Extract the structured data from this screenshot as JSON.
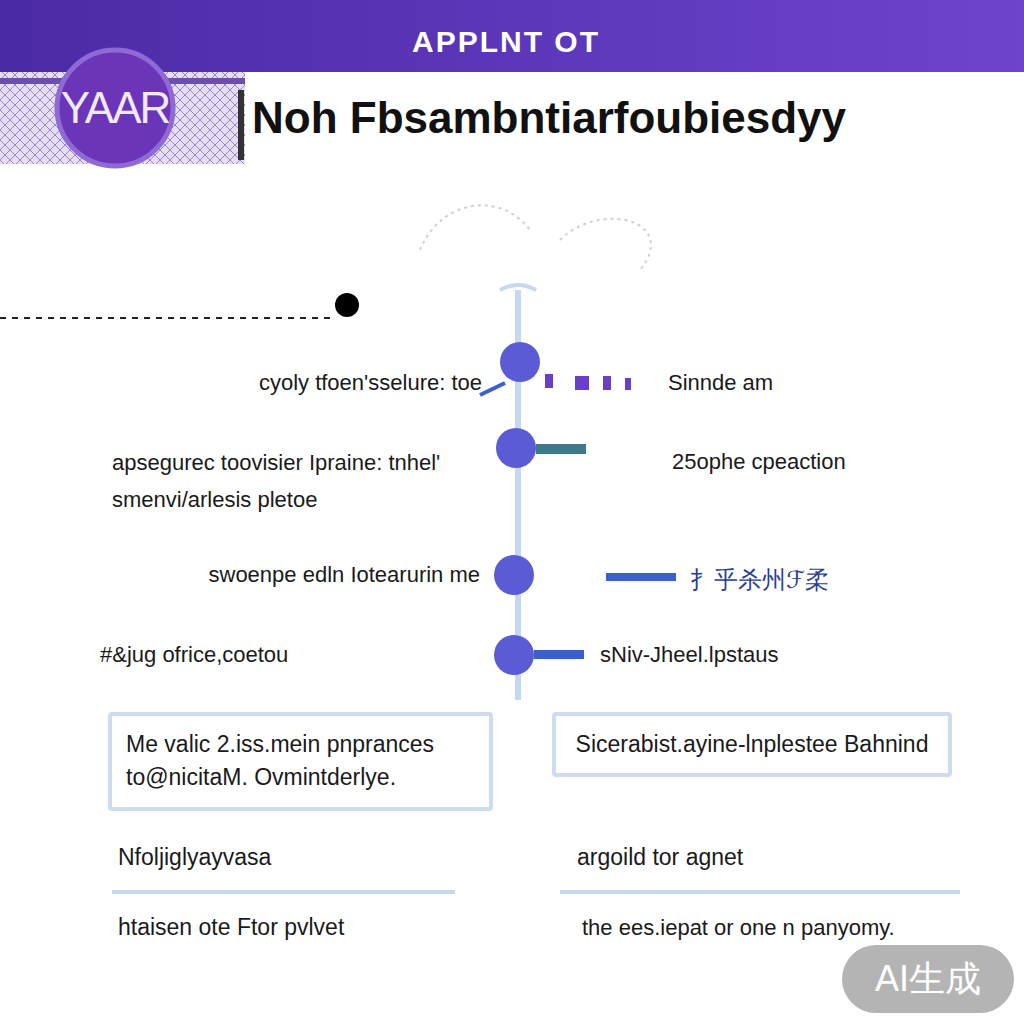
{
  "diagram": {
    "title": "Noh Fbsambntiarfoubiesdyy",
    "nodes": [
      {
        "text": [
          "Me valic 2.iss.mein pnprances to@nicitaM. Ovmintderlye."
        ]
      },
      {
        "text": [
          "Sicerabist.ayine-lnplestee Bahnind"
        ]
      }
    ],
    "labels": [
      "APPLNT OT",
      "YAAR",
      "cyoly tfoen'sselure: toe",
      "Sinnde am",
      "apsegurec toovisier Ipraine: tnhel' smenvi/arlesis pletoe",
      "25ophe cpeaction",
      "swoenpe edln Iotearurin me",
      "扌乎杀州ℱ柔",
      "#&jug ofrice,coetou",
      "sNiv-Jheel.lpstaus",
      "Nfoljiglyayvasa",
      "argoild tor agnet",
      "htaisen ote Ftor pvlvet",
      "the ees.iepat or one n panyomy.",
      "AI生成"
    ]
  }
}
